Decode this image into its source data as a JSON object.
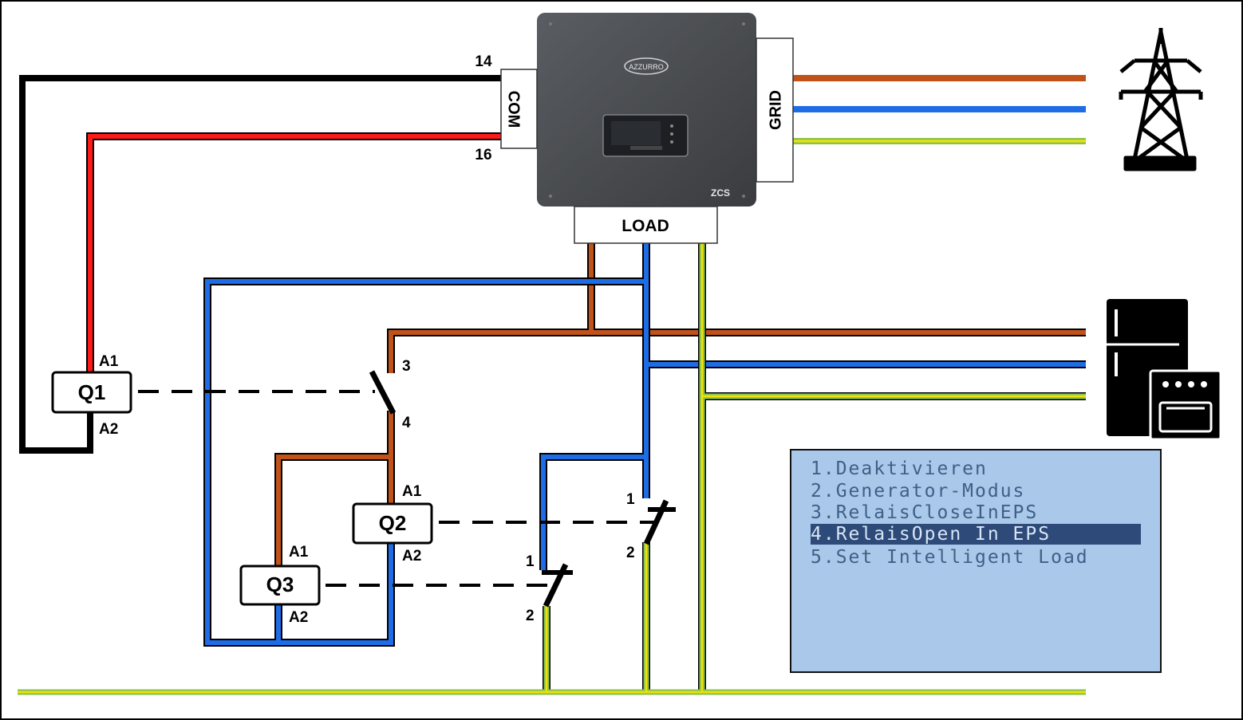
{
  "inverter": {
    "brand_logo": "AZZURRO",
    "maker_logo": "ZCS",
    "com_label": "COM",
    "grid_label": "GRID",
    "load_label": "LOAD",
    "pin_14": "14",
    "pin_16": "16"
  },
  "relays": {
    "q1": {
      "name": "Q1",
      "a1": "A1",
      "a2": "A2"
    },
    "q2": {
      "name": "Q2",
      "a1": "A1",
      "a2": "A2"
    },
    "q3": {
      "name": "Q3",
      "a1": "A1",
      "a2": "A2"
    }
  },
  "contacts": {
    "q1_contact": {
      "top": "3",
      "bottom": "4"
    },
    "q2_contact": {
      "top": "1",
      "bottom": "2"
    },
    "q3_contact": {
      "top": "1",
      "bottom": "2"
    }
  },
  "icons": {
    "grid": "power-tower-icon",
    "load": "fridge-oven-icon"
  },
  "colors": {
    "phase_brown": "#c0531a",
    "neutral_blue": "#1f6de6",
    "earth_green": "#8bc34a",
    "earth_yellow": "#f1e10a",
    "signal_red": "#ff1a1a",
    "signal_black": "#000000",
    "lcd_background": "#a9c8ea",
    "lcd_highlight": "#2e4a79"
  },
  "display": {
    "menu_items": [
      "1.Deaktivieren",
      "2.Generator-Modus",
      "3.RelaisCloseInEPS",
      "4.RelaisOpen In EPS",
      "5.Set Intelligent Load"
    ],
    "selected_index": 3
  }
}
